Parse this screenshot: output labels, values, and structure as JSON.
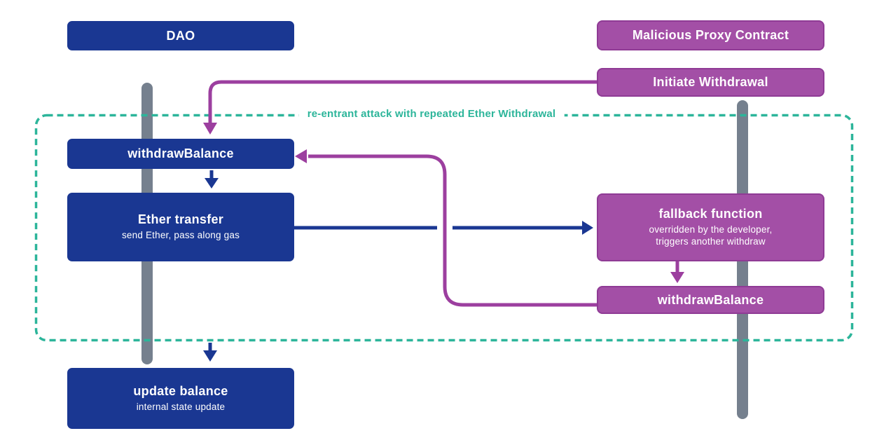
{
  "actors": {
    "dao": {
      "label": "DAO"
    },
    "malicious_proxy": {
      "label": "Malicious Proxy Contract"
    }
  },
  "region": {
    "label": "re-entrant attack with repeated Ether Withdrawal"
  },
  "nodes": {
    "initiate_withdrawal": {
      "label": "Initiate Withdrawal"
    },
    "withdraw_balance_dao": {
      "label": "withdrawBalance"
    },
    "ether_transfer": {
      "title": "Ether transfer",
      "subtitle": "send Ether, pass along gas"
    },
    "fallback_function": {
      "title": "fallback function",
      "subtitle_line1": "overridden by the developer,",
      "subtitle_line2": "triggers another withdraw"
    },
    "withdraw_balance_proxy": {
      "label": "withdrawBalance"
    },
    "update_balance": {
      "title": "update balance",
      "subtitle": "internal state update"
    }
  },
  "colors": {
    "blue": "#1a3792",
    "purple_fill": "#a34fa6",
    "purple_border": "#8f3b95",
    "purple_arrow": "#9c3f9f",
    "teal": "#2cb59a",
    "gray": "#75808e"
  }
}
